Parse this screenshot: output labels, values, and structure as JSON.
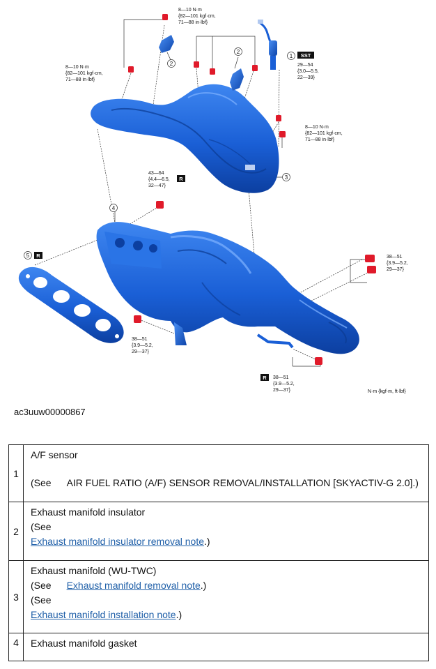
{
  "figure": {
    "torque_bolt_top": [
      "8—10 N·m",
      "{82—101 kgf·cm,",
      "71—88 in·lbf}"
    ],
    "torque_bolt_left": [
      "8—10 N·m",
      "{82—101 kgf·cm,",
      "71—88 in·lbf}"
    ],
    "torque_bolt_right": [
      "8—10 N·m",
      "{82—101 kgf·cm,",
      "71—88 in·lbf}"
    ],
    "torque_sensor": [
      "29—54",
      "{3.0—5.5,",
      "22—39}"
    ],
    "torque_stud": [
      "43—64",
      "{4.4—6.5,",
      "32—47}"
    ],
    "torque_nut_right": [
      "38—51",
      "{3.9—5.2,",
      "29—37}"
    ],
    "torque_nut_left": [
      "38—51",
      "{3.9—5.2,",
      "29—37}"
    ],
    "torque_nut_bottom": [
      "38—51",
      "{3.9—5.2,",
      "29—37}"
    ],
    "tag_sst": "SST",
    "tag_r": "R",
    "callouts": [
      "1",
      "2",
      "2",
      "3",
      "4",
      "5"
    ],
    "units": "N·m {kgf·m, ft·lbf}"
  },
  "caption": "ac3uuw00000867",
  "parts": [
    {
      "num": "1",
      "name": "A/F sensor",
      "see_prefix": "(See",
      "see_text": "AIR FUEL RATIO (A/F) SENSOR REMOVAL/INSTALLATION [SKYACTIV-G 2.0]",
      "see_suffix": ".)"
    },
    {
      "num": "2",
      "name": "Exhaust manifold insulator",
      "see_prefix": "(See",
      "link": "Exhaust manifold insulator removal note",
      "see_suffix": ".)"
    },
    {
      "num": "3",
      "name": "Exhaust manifold (WU-TWC)",
      "see_prefix": "(See",
      "link1": "Exhaust manifold removal note",
      "see_suffix1": ".)",
      "see_prefix2": "(See",
      "link2": "Exhaust manifold installation note",
      "see_suffix2": ".)"
    },
    {
      "num": "4",
      "name": "Exhaust manifold gasket"
    }
  ],
  "colors": {
    "part_blue": "#1a5fd6",
    "bolt_red": "#e01a2a",
    "link": "#1f5fa8"
  }
}
